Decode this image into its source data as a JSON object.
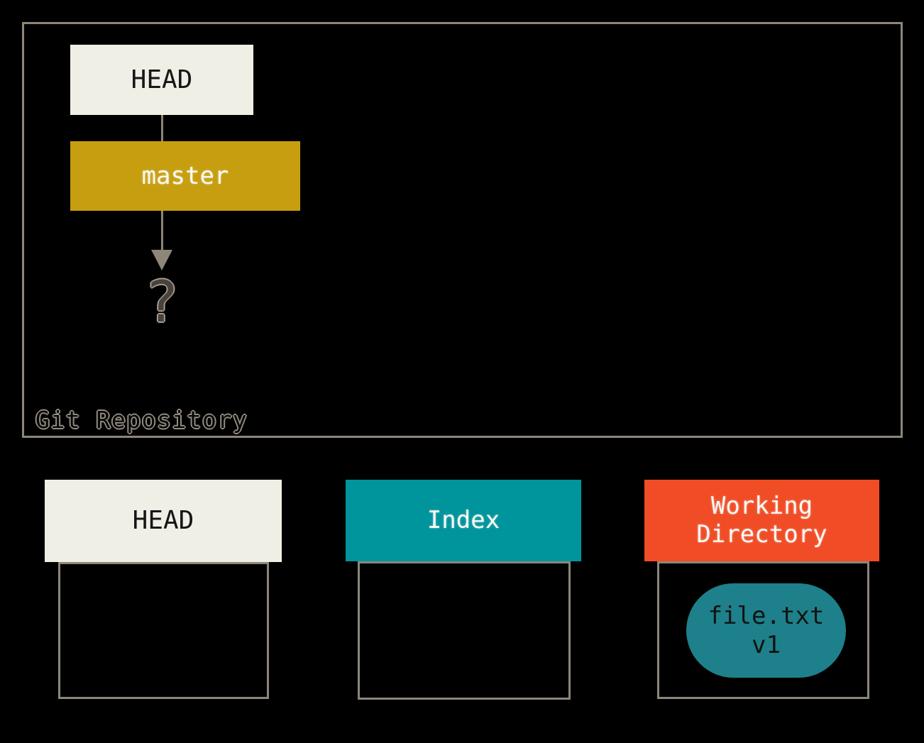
{
  "colors": {
    "background": "#000000",
    "border_gray": "#8d8679",
    "cream": "#f0efe6",
    "gold": "#c79e10",
    "teal": "#00949c",
    "orange": "#f04c26",
    "pill_teal": "#1e808a",
    "text_dark": "#161616",
    "text_light": "#faf9f4"
  },
  "repository": {
    "label": "Git Repository",
    "head_ref": "HEAD",
    "branch": "master",
    "unknown_commit": "?"
  },
  "columns": [
    {
      "id": "head",
      "label": "HEAD",
      "files": []
    },
    {
      "id": "index",
      "label": "Index",
      "files": []
    },
    {
      "id": "working_directory",
      "label": "Working Directory",
      "files": [
        {
          "name": "file.txt",
          "version": "v1"
        }
      ]
    }
  ]
}
